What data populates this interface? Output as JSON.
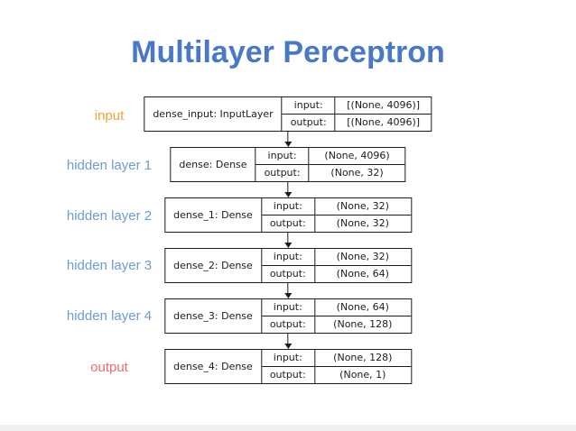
{
  "title": {
    "text": "Multilayer Perceptron",
    "color": "#4878C8"
  },
  "side_labels": [
    {
      "text": "input",
      "color": "#F0A437"
    },
    {
      "text": "hidden layer 1",
      "color": "#6D9BD3"
    },
    {
      "text": "hidden layer 2",
      "color": "#6D9BD3"
    },
    {
      "text": "hidden layer 3",
      "color": "#6D9BD3"
    },
    {
      "text": "hidden layer 4",
      "color": "#6D9BD3"
    },
    {
      "text": "output",
      "color": "#F1696B"
    }
  ],
  "diagram": {
    "row_labels": {
      "input": "input:",
      "output": "output:"
    },
    "nodes": [
      {
        "name": "dense_input: InputLayer",
        "input_shape": "[(None, 4096)]",
        "output_shape": "[(None, 4096)]"
      },
      {
        "name": "dense: Dense",
        "input_shape": "(None, 4096)",
        "output_shape": "(None, 32)"
      },
      {
        "name": "dense_1: Dense",
        "input_shape": "(None, 32)",
        "output_shape": "(None, 32)"
      },
      {
        "name": "dense_2: Dense",
        "input_shape": "(None, 32)",
        "output_shape": "(None, 64)"
      },
      {
        "name": "dense_3: Dense",
        "input_shape": "(None, 64)",
        "output_shape": "(None, 128)"
      },
      {
        "name": "dense_4: Dense",
        "input_shape": "(None, 128)",
        "output_shape": "(None, 1)"
      }
    ]
  }
}
